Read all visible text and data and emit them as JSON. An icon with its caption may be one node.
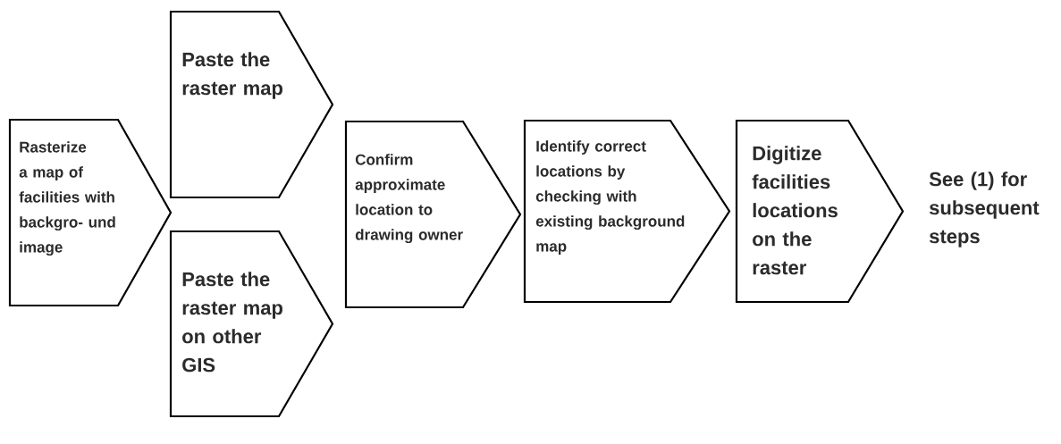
{
  "diagram": {
    "nodes": [
      {
        "text": [
          "Rasterize a map of facilities with backgro- und image"
        ]
      },
      {
        "text": [
          "Paste the raster map"
        ]
      },
      {
        "text": [
          "Paste the raster map on other GIS"
        ]
      },
      {
        "text": [
          "Confirm approximate location to drawing owner"
        ]
      },
      {
        "text": [
          "Identify correct locations by checking with existing background map"
        ]
      },
      {
        "text": [
          "Digitize facilities locations on the raster"
        ]
      },
      {
        "text": [
          "See (1) for subsequent steps"
        ]
      }
    ]
  }
}
